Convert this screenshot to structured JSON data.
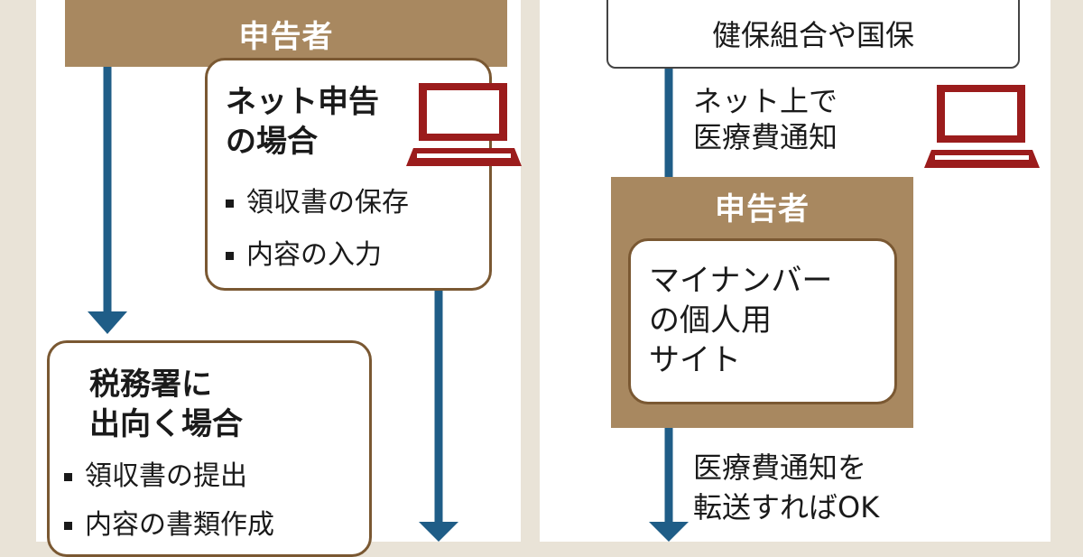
{
  "left": {
    "filer_bar": "申告者",
    "net_box": {
      "title_lines": [
        "ネット申告",
        "の場合"
      ],
      "items": [
        "領収書の保存",
        "内容の入力"
      ]
    },
    "office_box": {
      "title_lines": [
        "税務署に",
        "出向く場合"
      ],
      "items": [
        "領収書の提出",
        "内容の書類作成"
      ]
    }
  },
  "right": {
    "insurer_box": "健保組合や国保",
    "net_notice_lines": [
      "ネット上で",
      "医療費通知"
    ],
    "filer_bar": "申告者",
    "portal_box_lines": [
      "マイナンバー",
      "の個人用",
      "サイト"
    ],
    "transfer_lines": [
      "医療費通知を",
      "転送すればOK"
    ]
  },
  "colors": {
    "background": "#e9e3d7",
    "bar": "#a88860",
    "box_border": "#7a5832",
    "arrow": "#1f5d87",
    "laptop": "#9b1c1c"
  },
  "icons": [
    "laptop-icon",
    "laptop-icon"
  ]
}
